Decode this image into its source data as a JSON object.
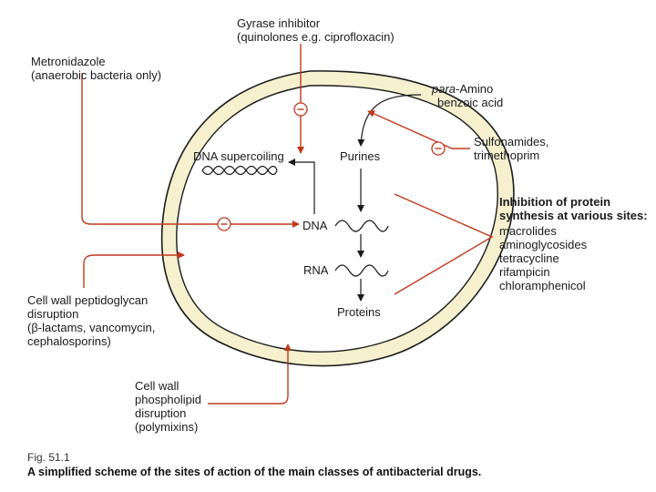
{
  "labels": {
    "gyrase": [
      "Gyrase inhibitor",
      "(quinolones e.g. ciprofloxacin)"
    ],
    "metronidazole": [
      "Metronidazole",
      "(anaerobic bacteria only)"
    ],
    "paba_italic": "para",
    "paba_rest": "-Amino",
    "paba_line2": "benzoic acid",
    "sulfonamides": [
      "Sulfonamides,",
      "trimethoprim"
    ],
    "dna_supercoiling": "DNA supercoiling",
    "purines": "Purines",
    "dna": "DNA",
    "rna": "RNA",
    "proteins": "Proteins",
    "protein_heading": [
      "Inhibition of protein",
      "synthesis at various sites:"
    ],
    "protein_drugs": [
      "macrolides",
      "aminoglycosides",
      "tetracycline",
      "rifampicin",
      "chloramphenicol"
    ],
    "cell_wall_peptido": [
      "Cell wall peptidoglycan",
      "disruption",
      "(β-lactams, vancomycin,",
      "cephalosporins)"
    ],
    "cell_wall_phospho": [
      "Cell wall",
      "phospholipid",
      "disruption",
      "(polymixins)"
    ]
  },
  "caption": {
    "fig": "Fig. 51.1",
    "text": "A simplified scheme of the sites of action of the main classes of antibacterial drugs."
  },
  "colors": {
    "accent": "#c0391b",
    "membrane_fill": "#f6f0cf",
    "outline": "#1a1a1a"
  }
}
